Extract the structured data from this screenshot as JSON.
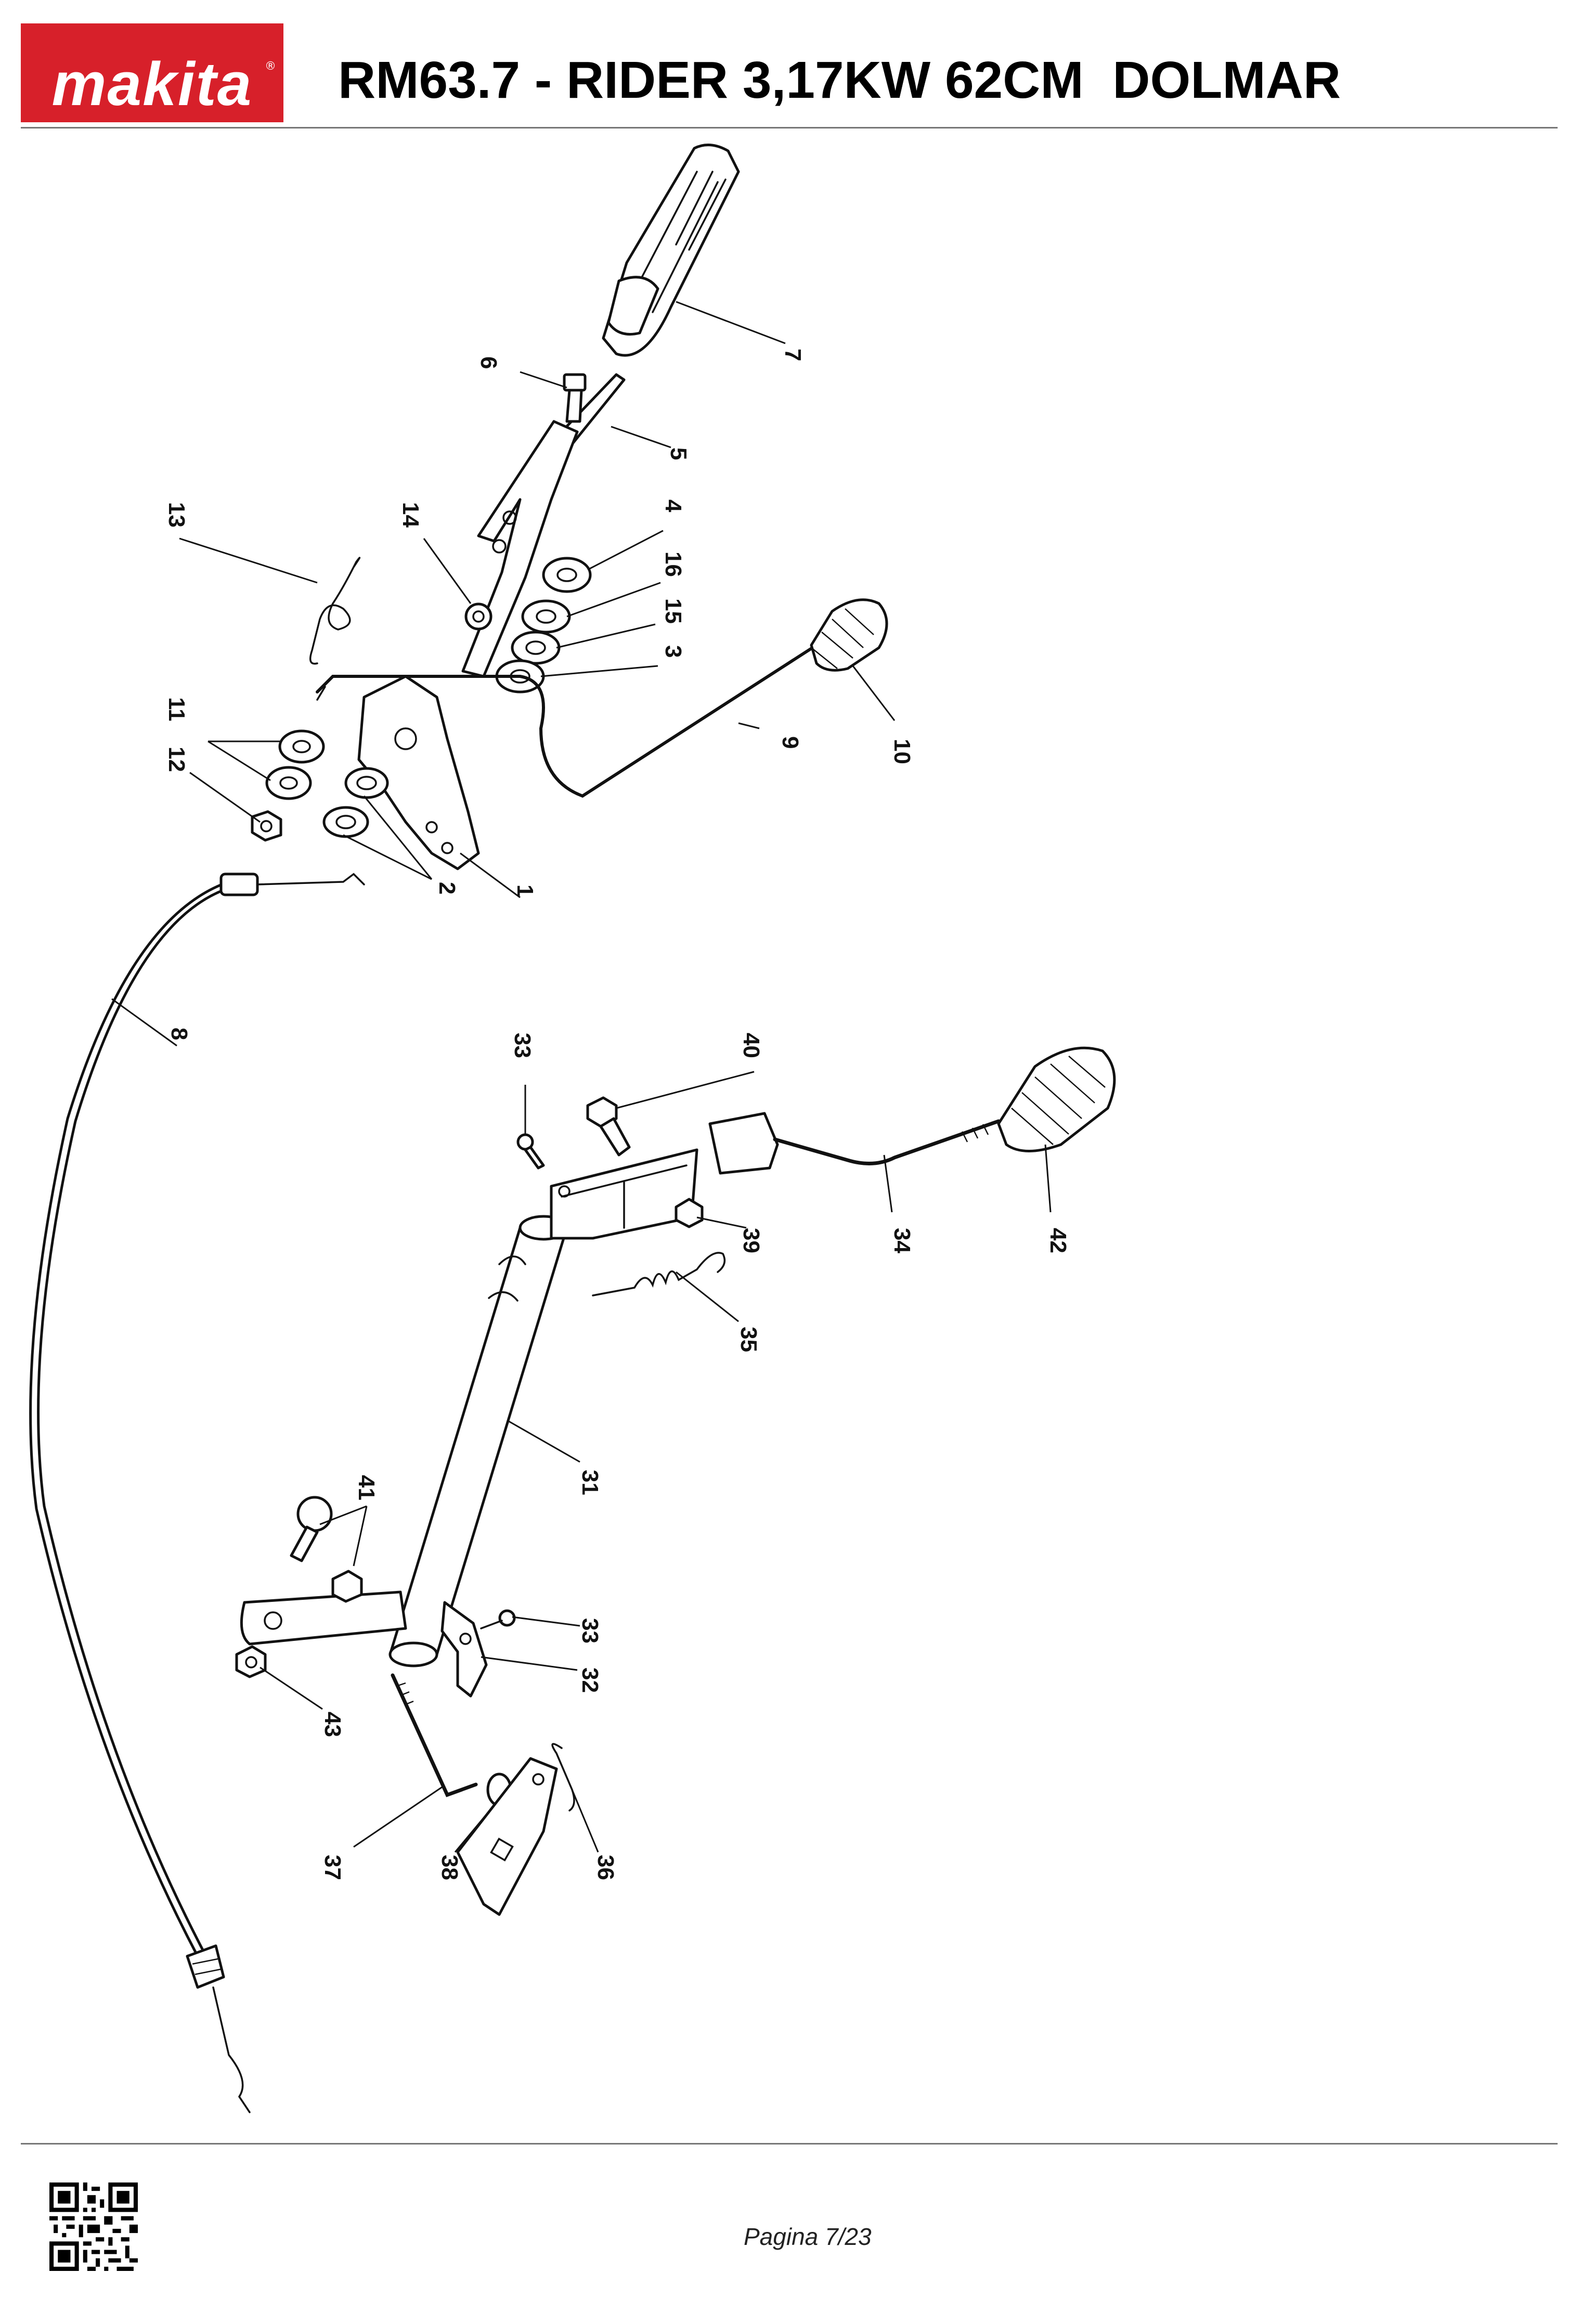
{
  "header": {
    "brand": "makita",
    "title": "RM63.7 - RIDER 3,17KW 62CM  DOLMAR"
  },
  "footer": {
    "page": "Pagina 7/23"
  },
  "colors": {
    "brand_red": "#d7202a",
    "rule": "#777777",
    "ink": "#111111"
  },
  "callouts": [
    "1",
    "2",
    "3",
    "4",
    "5",
    "6",
    "7",
    "8",
    "9",
    "10",
    "11",
    "12",
    "13",
    "14",
    "15",
    "16",
    "31",
    "32",
    "33",
    "33",
    "34",
    "35",
    "36",
    "37",
    "38",
    "39",
    "40",
    "41",
    "42",
    "43"
  ]
}
